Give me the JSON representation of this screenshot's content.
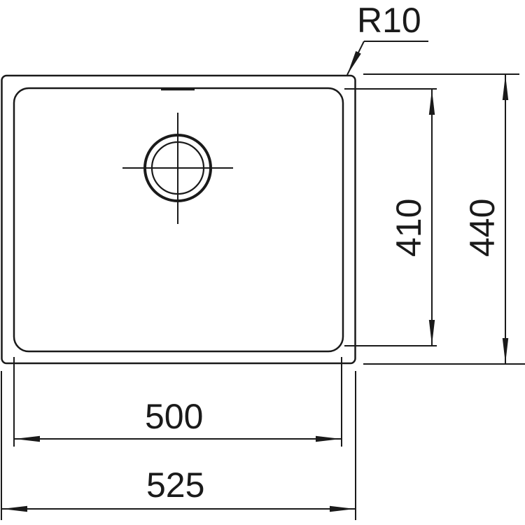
{
  "drawing": {
    "title": "Undermount sink technical drawing",
    "line_color": "#1a1a1a",
    "background": "#ffffff",
    "units": "mm"
  },
  "dimensions": {
    "corner_radius": {
      "label": "R10"
    },
    "inner_width": {
      "label": "500"
    },
    "outer_width": {
      "label": "525"
    },
    "inner_depth": {
      "label": "410"
    },
    "outer_depth": {
      "label": "440"
    }
  },
  "features": {
    "outer_rim": "outer-rim",
    "bowl": "inner-bowl",
    "drain": "drain-waste",
    "overflow": "overflow-slot"
  }
}
